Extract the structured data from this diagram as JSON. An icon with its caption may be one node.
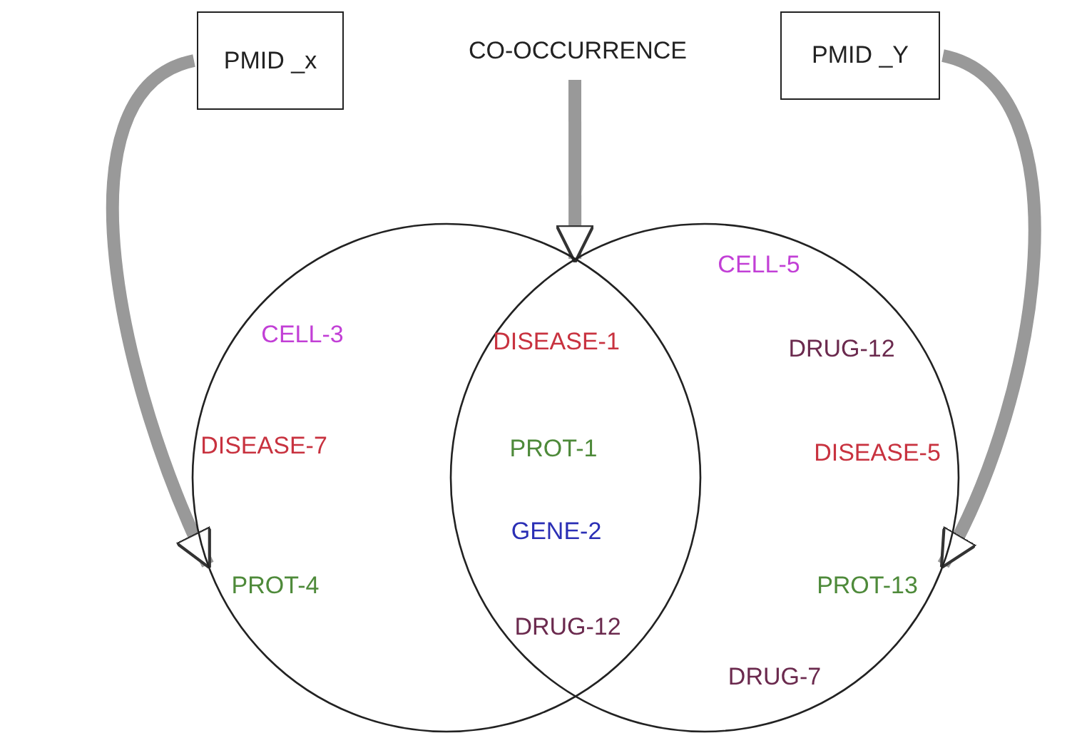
{
  "diagram": {
    "nodes": [
      {
        "text": [
          "PMID _x"
        ]
      },
      {
        "text": [
          "CO-OCCURRENCE"
        ]
      },
      {
        "text": [
          "PMID _Y"
        ]
      },
      {
        "text": [],
        "shape": "circle"
      },
      {
        "text": [],
        "shape": "circle"
      }
    ],
    "edges": [
      {
        "from": 0,
        "to": 3,
        "arrow": "to"
      },
      {
        "from": 2,
        "to": 4,
        "arrow": "to"
      },
      {
        "from": 1,
        "to": 3,
        "arrow": "to"
      }
    ],
    "labels": [
      "CELL-5",
      "CELL-3",
      "DISEASE-1",
      "DRUG-12",
      "DISEASE-7",
      "PROT-1",
      "DISEASE-5",
      "GENE-2",
      "PROT-4",
      "PROT-13",
      "DRUG-12",
      "DRUG-7"
    ]
  }
}
